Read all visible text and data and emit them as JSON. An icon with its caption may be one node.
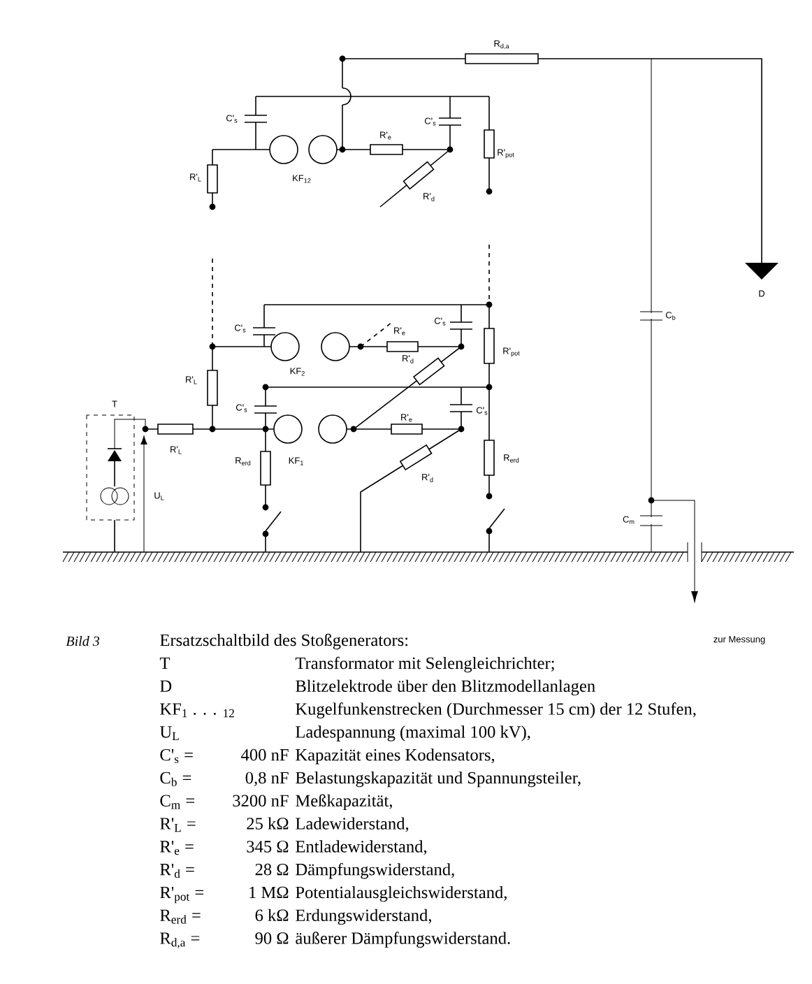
{
  "diagram": {
    "title": "Ersatzschaltbild des Stoßgenerators:",
    "labels": [
      "R$_{d,a}$",
      "C'$_{s}$",
      "C'$_{s}$",
      "R'$_{e}$",
      "R'$_{pot}$",
      "R'$_{L}$",
      "KF$_{12}$",
      "R'$_{d}$",
      "D",
      "C$_{b}$",
      "C'$_{s}$",
      "R'$_{e}$",
      "C'$_{s}$",
      "R'$_{pot}$",
      "R'$_{L}$",
      "KF$_{2}$",
      "R'$_{d}$",
      "T",
      "C'$_{s}$",
      "C'$_{s}$",
      "R'$_{L}$",
      "R$_{erd}$",
      "KF$_{1}$",
      "R'$_{e}$",
      "R$_{erd}$",
      "R'$_{d}$",
      "U$_{L}$",
      "C$_{m}$",
      "Bild 3",
      "zur Messung",
      "T",
      "Transformator mit Selengleichrichter;",
      "D",
      "Blitzelektrode über den Blitzmodellanlagen",
      "KF$_{1}$ . . . $_{12}$",
      "Kugelfunkenstrecken (Durchmesser 15 cm) der 12 Stufen,",
      "U$_{L}$",
      "Ladespannung (maximal 100 kV),",
      "C'$_{s}$ =",
      "400 nF",
      "Kapazität eines Kodensators,",
      "C$_{b}$ =",
      "0,8 nF",
      "Belastungskapazität und Spannungsteiler,",
      "C$_{m}$ =",
      "3200 nF",
      "Meßkapazität,",
      "R'$_{L}$ =",
      "25 kΩ",
      "Ladewiderstand,",
      "R'$_{e}$ =",
      "345 Ω",
      "Entladewiderstand,",
      "R'$_{d}$ =",
      "28 Ω",
      "Dämpfungswiderstand,",
      "R'$_{pot}$ =",
      "1 MΩ",
      "Potentialausgleichswiderstand,",
      "R$_{erd}$ =",
      "6 kΩ",
      "Erdungswiderstand,",
      "R$_{d,a}$ =",
      "90 Ω",
      "äußerer Dämpfungswiderstand."
    ]
  }
}
